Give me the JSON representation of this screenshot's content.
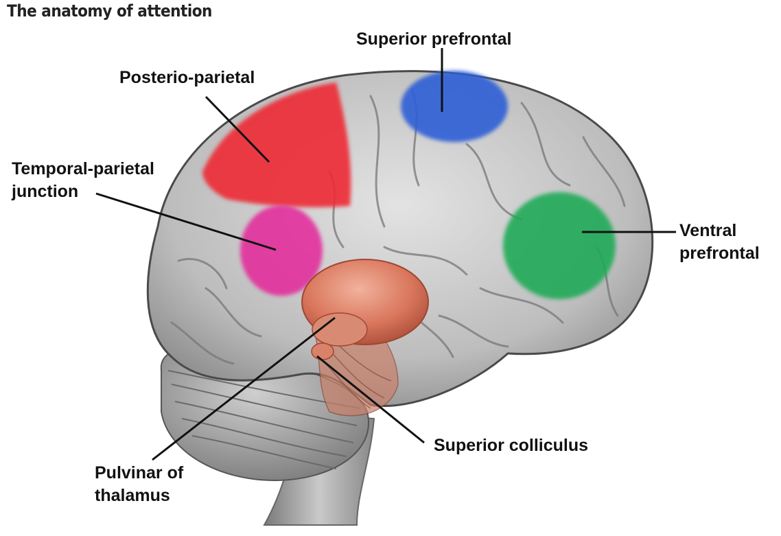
{
  "title": "The anatomy of attention",
  "labels": {
    "superior_prefrontal": "Superior prefrontal",
    "posterio_parietal": "Posterio-parietal",
    "temporal_parietal": [
      "Temporal-parietal",
      "junction"
    ],
    "ventral_prefrontal": [
      "Ventral",
      "prefrontal"
    ],
    "superior_colliculus": "Superior colliculus",
    "pulvinar": [
      "Pulvinar of",
      "thalamus"
    ]
  },
  "region_colors": {
    "superior_prefrontal": "#2f5fd6",
    "posterio_parietal": "#ee2a35",
    "temporal_parietal": "#e4259a",
    "ventral_prefrontal": "#1faa55",
    "thalamus": "#e0806a"
  }
}
